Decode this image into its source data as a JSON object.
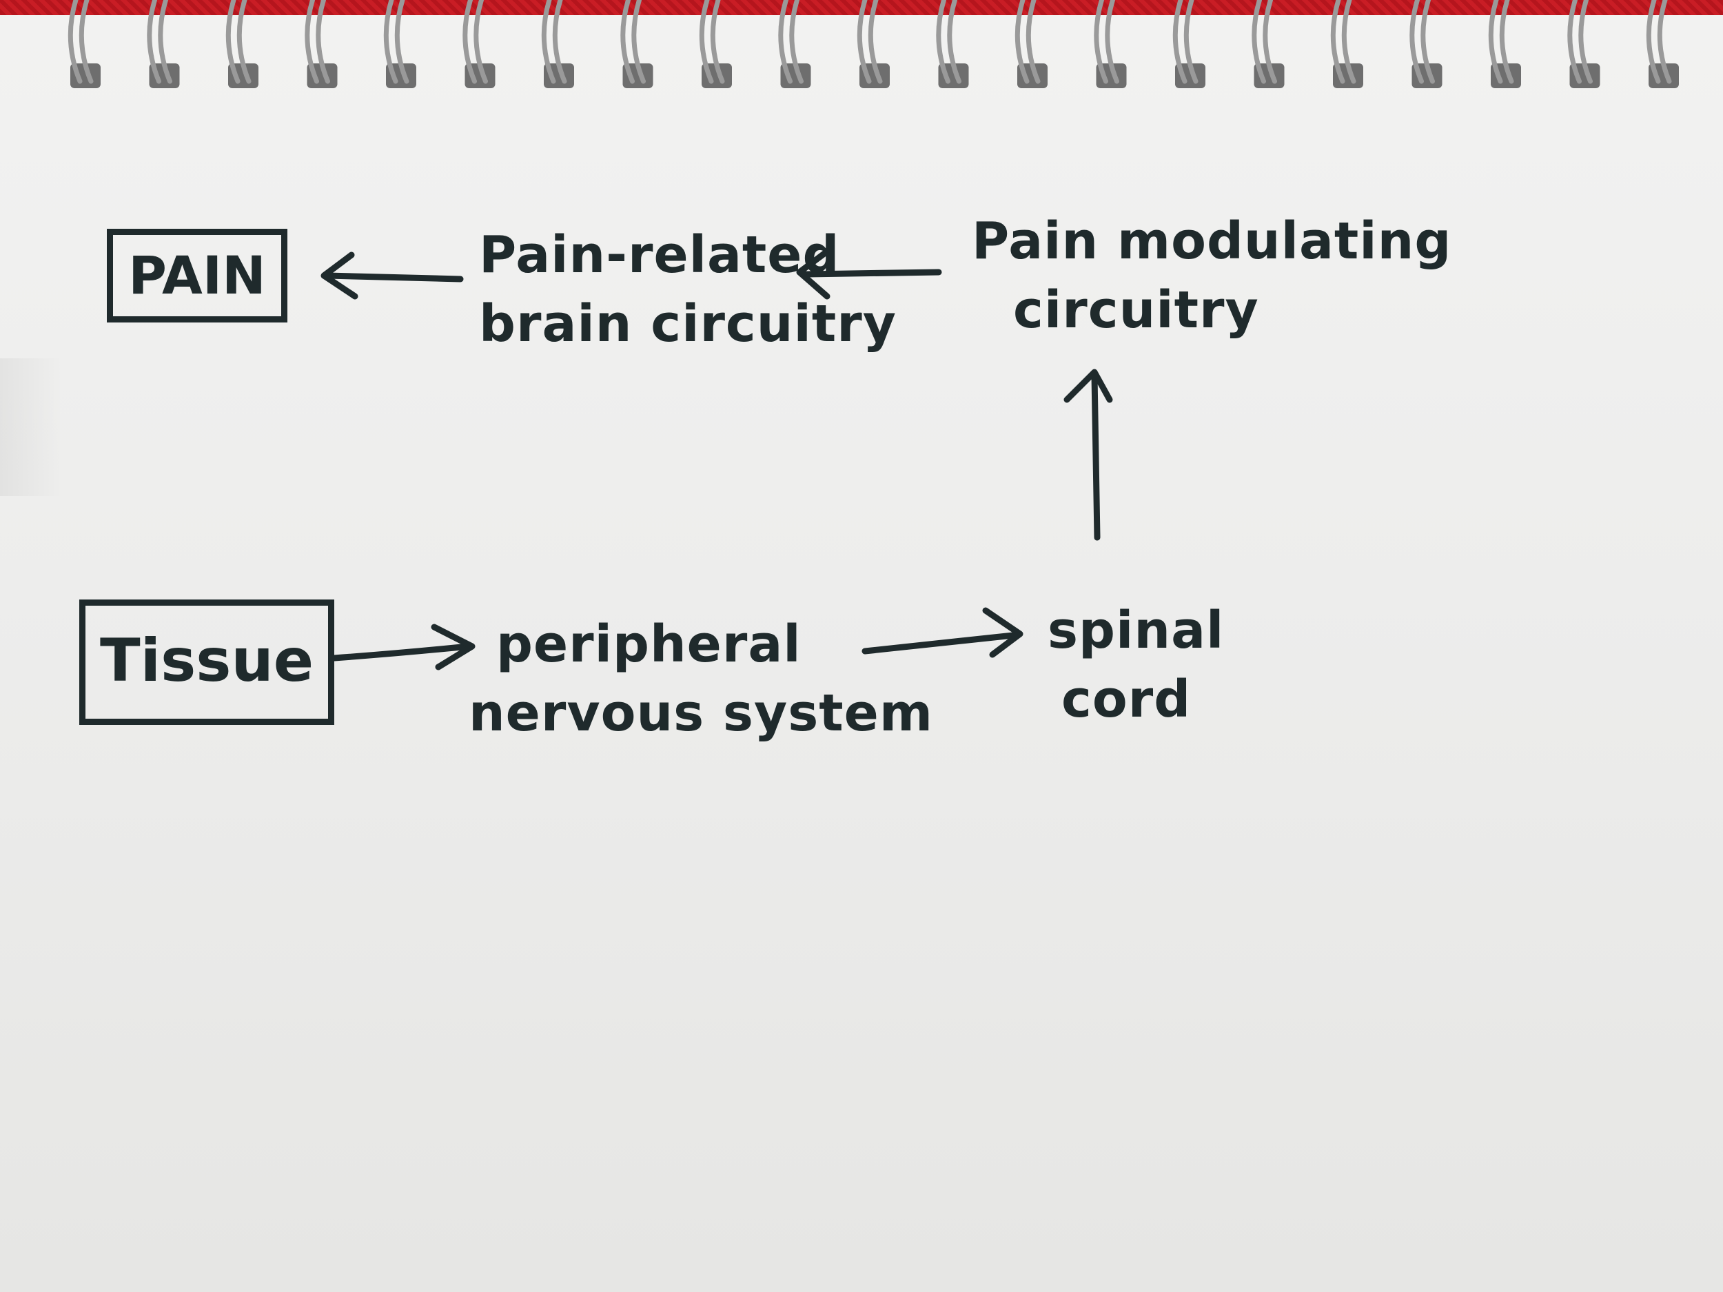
{
  "diagram": {
    "nodes": {
      "pain": {
        "label": "PAIN"
      },
      "brain": {
        "line1": "Pain-related",
        "line2": "brain circuitry"
      },
      "modulating": {
        "line1": "Pain modulating",
        "line2": "circuitry"
      },
      "tissue": {
        "label": "Tissue"
      },
      "pns": {
        "line1": "peripheral",
        "line2": "nervous system"
      },
      "spinal": {
        "line1": "spinal",
        "line2": "cord"
      }
    },
    "edges": [
      {
        "from": "tissue",
        "to": "pns"
      },
      {
        "from": "pns",
        "to": "spinal"
      },
      {
        "from": "spinal",
        "to": "modulating"
      },
      {
        "from": "modulating",
        "to": "brain"
      },
      {
        "from": "brain",
        "to": "pain"
      }
    ]
  },
  "colors": {
    "ink": "#1f2a2c",
    "paper": "#efefee",
    "spiral_cover": "#c91d25",
    "coil": "#9a9a9a"
  }
}
